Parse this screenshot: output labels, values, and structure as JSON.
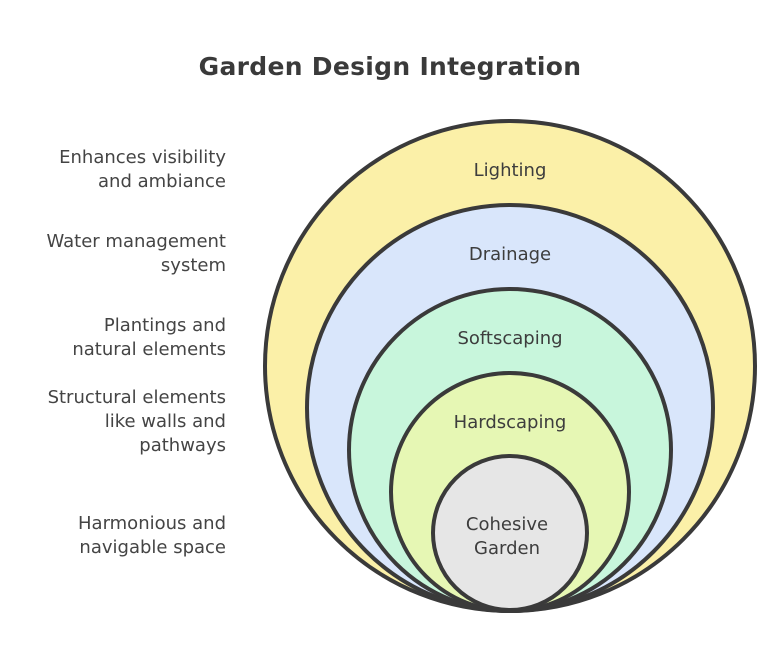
{
  "title": "Garden Design Integration",
  "layers": [
    {
      "name": "Lighting",
      "description": "Enhances visibility\nand ambiance",
      "color": "#fbf0a8"
    },
    {
      "name": "Drainage",
      "description": "Water management\nsystem",
      "color": "#d9e6fb"
    },
    {
      "name": "Softscaping",
      "description": "Plantings and\nnatural elements",
      "color": "#c8f6dc"
    },
    {
      "name": "Hardscaping",
      "description": "Structural elements\nlike walls and\npathways",
      "color": "#e6f7b4"
    },
    {
      "name_lines": [
        "Cohesive",
        "Garden"
      ],
      "description": "Harmonious and\nnavigable space",
      "color": "#e6e6e6"
    }
  ],
  "outline_color": "#3a3a3a"
}
